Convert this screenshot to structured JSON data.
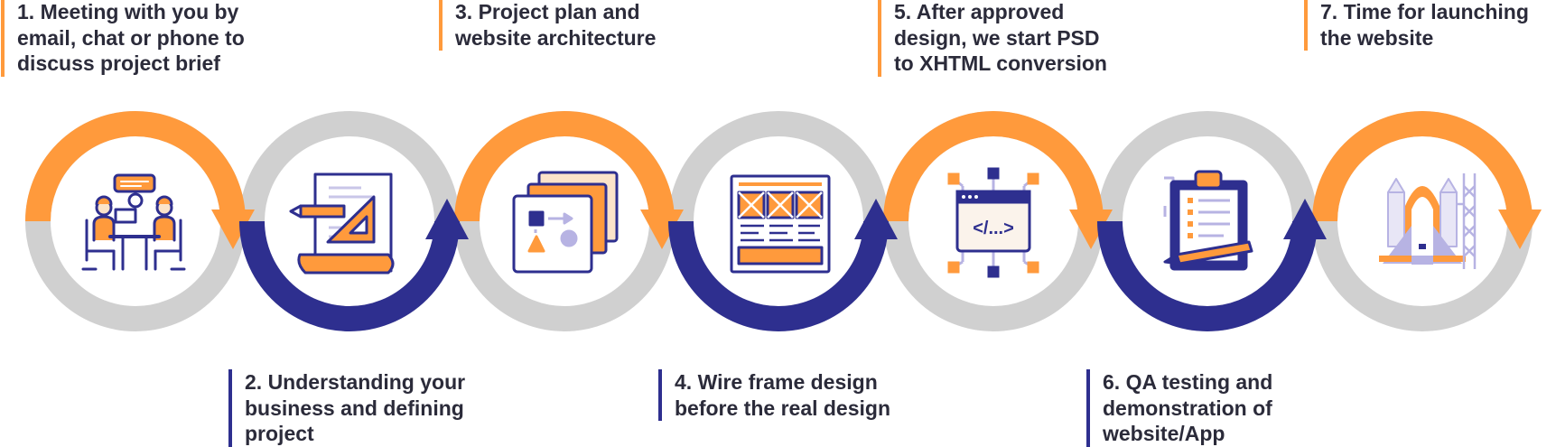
{
  "steps": [
    {
      "label": "1. Meeting with you by email, chat or phone to discuss project brief",
      "icon": "meeting-icon"
    },
    {
      "label": "2.  Understanding your business and defining project",
      "icon": "document-ruler-icon"
    },
    {
      "label": "3.  Project plan and website architecture",
      "icon": "layers-plan-icon"
    },
    {
      "label": "4.  Wire frame design before the real design",
      "icon": "wireframe-icon"
    },
    {
      "label": "5.  After approved design, we start PSD to XHTML conversion",
      "icon": "code-window-icon"
    },
    {
      "label": "6.  QA testing and demonstration of website/App",
      "icon": "clipboard-checklist-icon"
    },
    {
      "label": "7.  Time for launching the website",
      "icon": "rocket-icon"
    }
  ],
  "icon_texts": {
    "code": "</...>"
  },
  "colors": {
    "orange": "#ff9a3c",
    "navy": "#2e2f8f",
    "gray": "#d0d0d0",
    "text": "#2b2b3a",
    "peach": "#fbe3c9"
  }
}
